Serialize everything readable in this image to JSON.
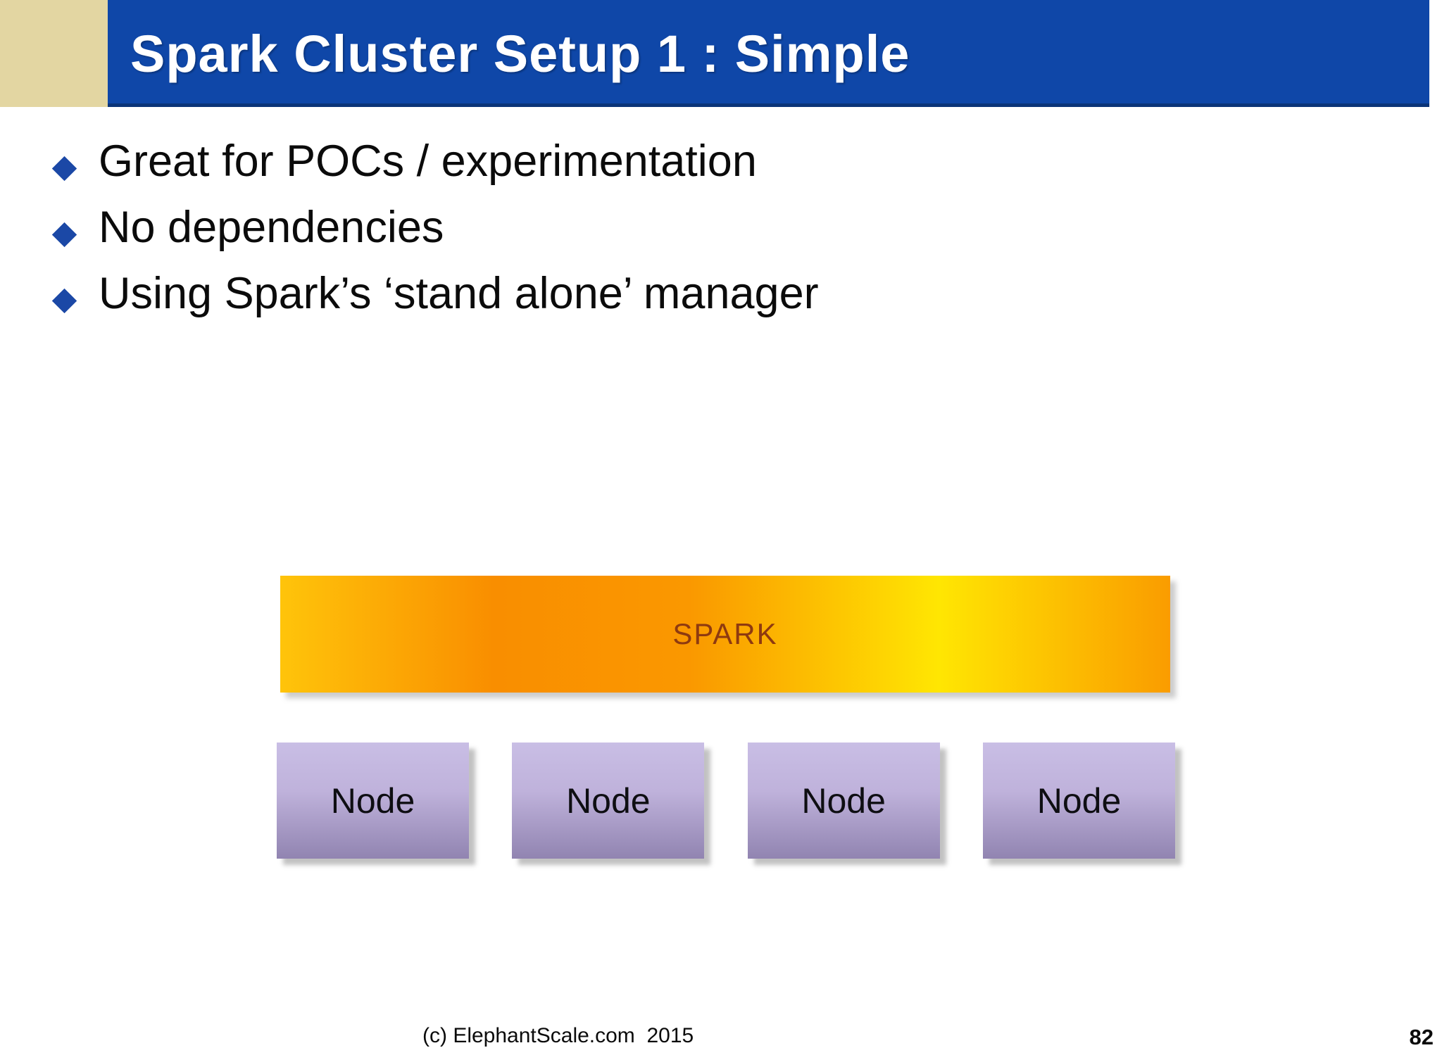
{
  "slide": {
    "title": "Spark Cluster Setup 1 : Simple",
    "bullets": [
      "Great for POCs / experimentation",
      "No dependencies",
      "Using Spark’s ‘stand alone’ manager"
    ],
    "footer": "(c) ElephantScale.com  2015",
    "page_number": "82"
  },
  "diagram": {
    "spark_label": "SPARK",
    "nodes": [
      "Node",
      "Node",
      "Node",
      "Node"
    ]
  },
  "colors": {
    "header_blue": "#0F47A8",
    "header_tan": "#E3D6A2",
    "bullet_diamond": "#1B48A6",
    "spark_text": "#8E3A10",
    "spark_gradient": [
      "#FFC40A",
      "#F98E00",
      "#FA9800",
      "#FFE602",
      "#FA9C00"
    ],
    "node_gradient_top": "#C9BEE5",
    "node_gradient_bottom": "#9184B1"
  }
}
